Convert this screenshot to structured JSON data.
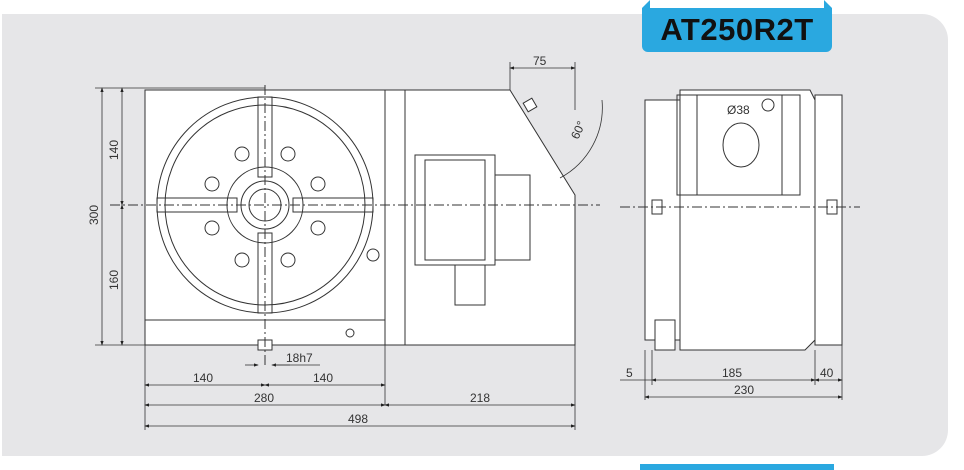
{
  "model": "AT250R2T",
  "colors": {
    "badge": "#2aa8e0",
    "panel": "#e6e6e8"
  },
  "front_view": {
    "dims": {
      "total_height": "300",
      "upper_height": "140",
      "lower_height": "160",
      "top_offset": "75",
      "angle": "60°",
      "slot": "18h7",
      "left_half": "140",
      "right_half": "140",
      "table_width": "280",
      "motor_length": "218",
      "total_length": "498"
    }
  },
  "side_view": {
    "dims": {
      "bore": "Ø38",
      "left_offset": "5",
      "body_width": "185",
      "right_flange": "40",
      "total_width": "230"
    }
  }
}
